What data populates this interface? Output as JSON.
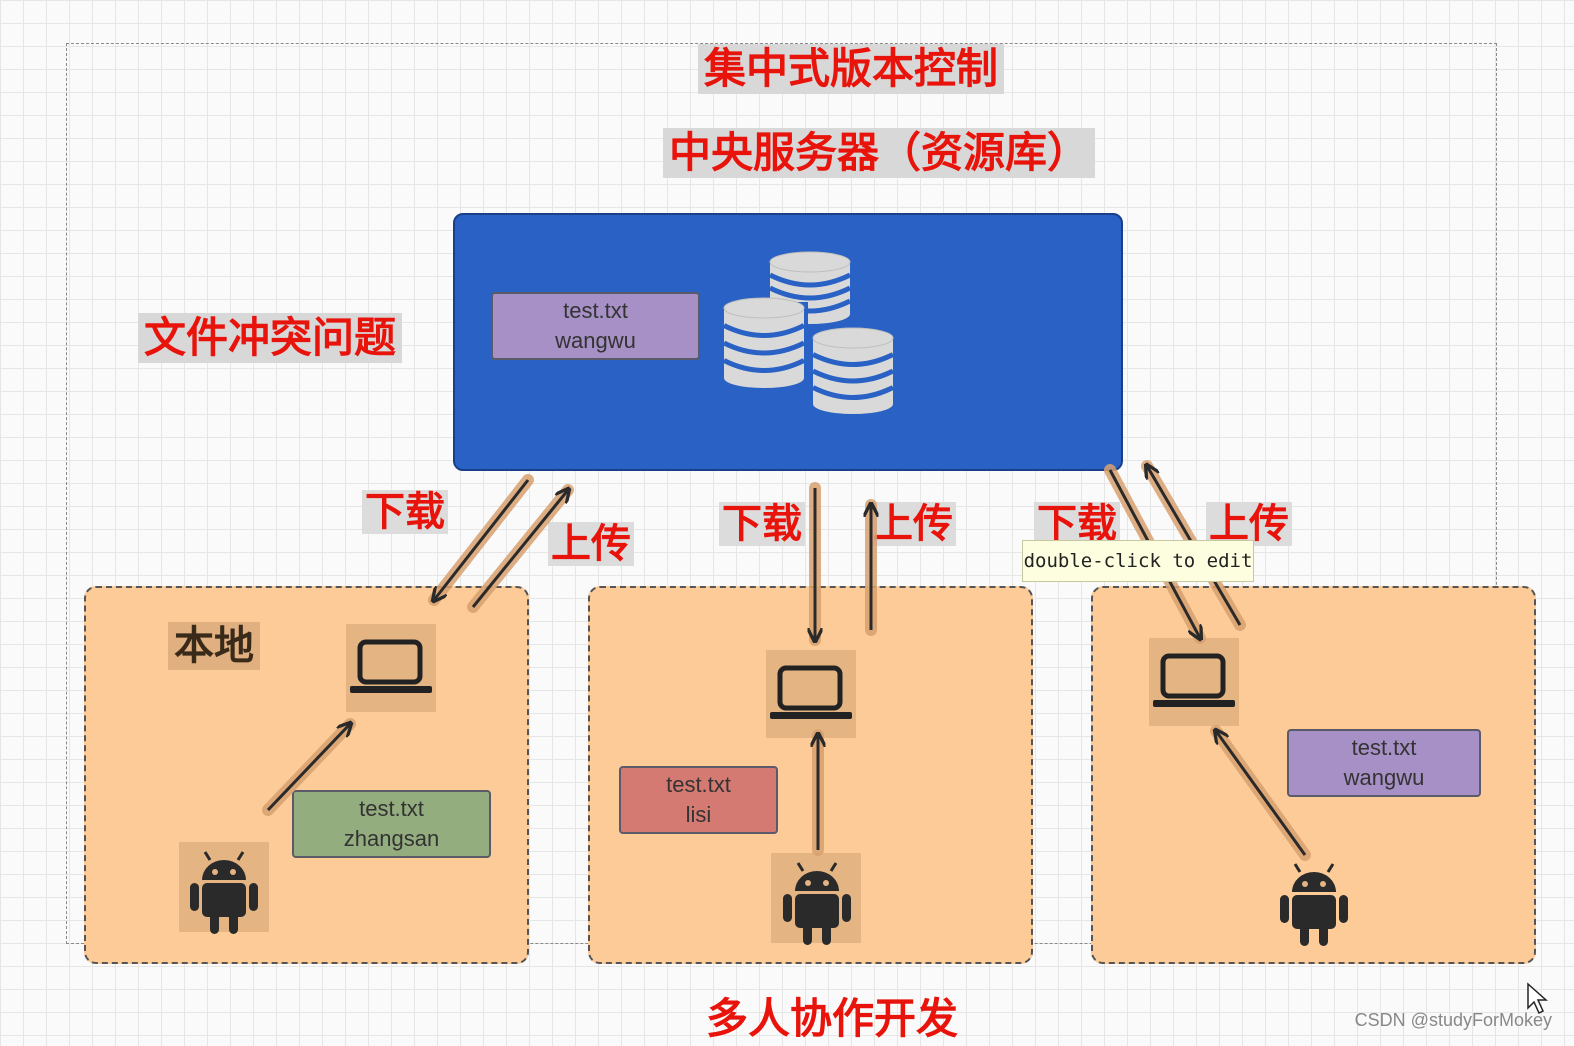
{
  "titles": {
    "main": "集中式版本控制",
    "server": "中央服务器（资源库）",
    "conflict": "文件冲突问题",
    "local": "本地",
    "footer": "多人协作开发"
  },
  "server_file": {
    "name": "test.txt",
    "owner": "wangwu"
  },
  "ops": {
    "download": "下载",
    "upload": "上传"
  },
  "clients": [
    {
      "file_name": "test.txt",
      "file_owner": "zhangsan",
      "card_color": "#94ad7f"
    },
    {
      "file_name": "test.txt",
      "file_owner": "lisi",
      "card_color": "#d57a72"
    },
    {
      "file_name": "test.txt",
      "file_owner": "wangwu",
      "card_color": "#a690c5"
    }
  ],
  "tooltip": "double-click to edit",
  "watermark": "CSDN @studyForMokey",
  "colors": {
    "server": "#2962c4",
    "zone": "#fdcb97",
    "title_red": "#e8140c",
    "server_card": "#a690c5"
  },
  "icons": [
    "database-icon",
    "laptop-icon",
    "android-icon",
    "arrow-icon",
    "cursor-icon"
  ]
}
